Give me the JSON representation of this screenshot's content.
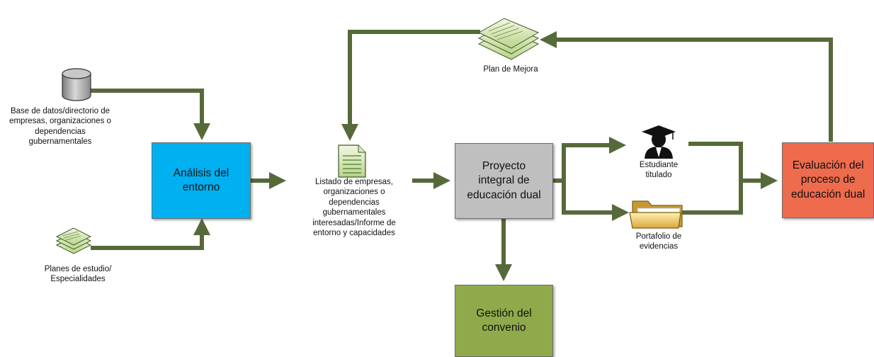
{
  "colors": {
    "arrow": "#56693a",
    "analisis_box": "#00b0f0",
    "proyecto_box": "#bfbfbf",
    "gestion_box": "#8faa4b",
    "evaluacion_box": "#ee6b4e"
  },
  "boxes": {
    "analisis": "Análisis del\nentorno",
    "proyecto": "Proyecto\nintegral de\neducación dual",
    "gestion": "Gestión del\nconvenio",
    "evaluacion": "Evaluación del\nproceso de\neducación dual"
  },
  "labels": {
    "base_datos": "Base de datos/directorio de\nempresas, organizaciones o\ndependencias\ngubernamentales",
    "planes": "Planes de estudio/\nEspecialidades",
    "listado": "Listado de empresas,\norganizaciones o\ndependencias\ngubernamentales\ninteresadas/Informe de\nentorno y capacidades",
    "plan_mejora": "Plan de Mejora",
    "estudiante": "Estudiante\ntitulado",
    "portafolio": "Portafolio de\nevidencias"
  },
  "icons": {
    "database": "database-cylinder-icon",
    "planes": "stacked-documents-icon",
    "listado": "document-icon",
    "plan_mejora": "stacked-documents-icon",
    "estudiante": "graduate-icon",
    "portafolio": "folder-icon"
  }
}
